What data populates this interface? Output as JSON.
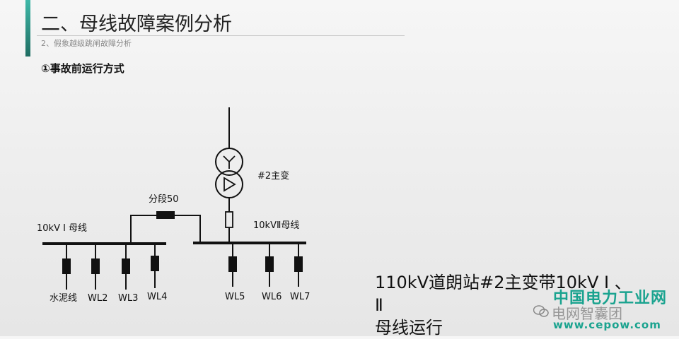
{
  "header": {
    "title": "二、母线故障案例分析",
    "subtitle": "2、假象越级跳闸故障分析",
    "section": "①事故前运行方式"
  },
  "diagram": {
    "transformer_label": "#2主变",
    "bus1_label": "10kV Ⅰ 母线",
    "bus2_label": "10kVⅡ母线",
    "tie_label": "分段50",
    "feeders_bus1": [
      "水泥线",
      "WL2",
      "WL3",
      "WL4"
    ],
    "feeders_bus2": [
      "WL5",
      "WL6",
      "WL7"
    ]
  },
  "summary": {
    "line1": "110kV道朗站#2主变带10kV Ⅰ 、 Ⅱ",
    "line2": "母线运行"
  },
  "watermark": {
    "site_cn": "中国电力工业网",
    "brand": "电网智囊团",
    "url": "www.cepow.com"
  }
}
